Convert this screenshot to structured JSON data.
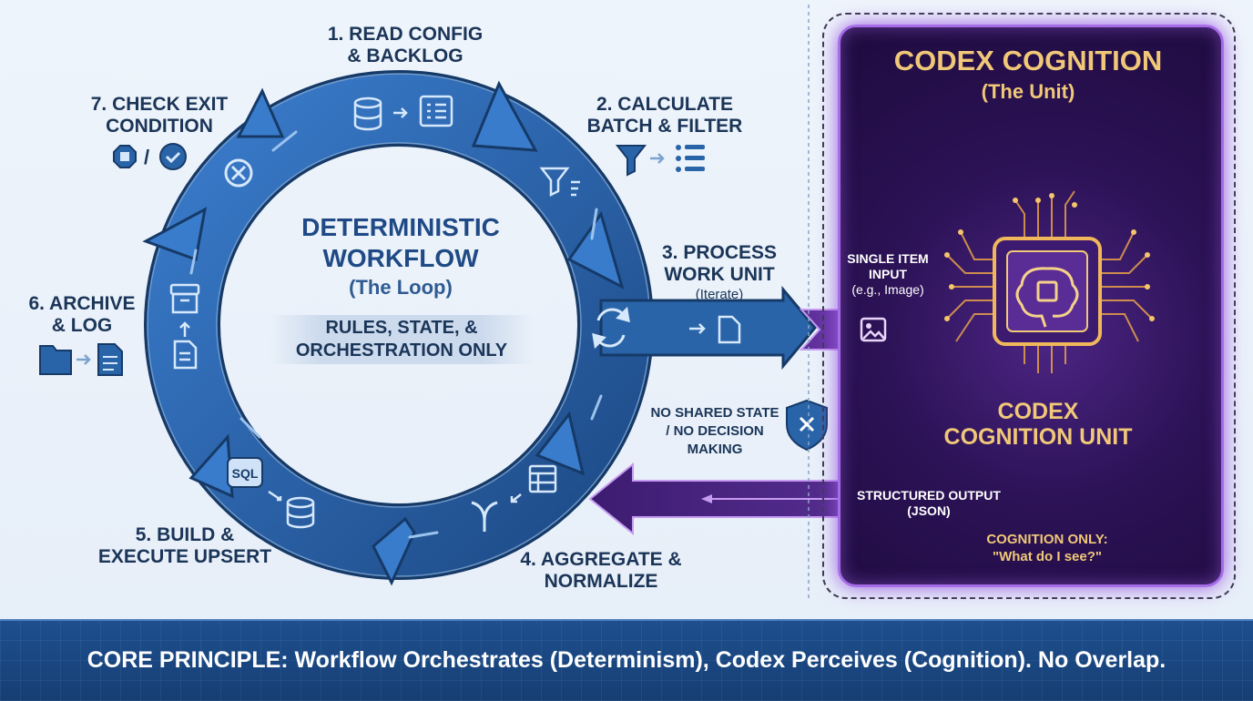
{
  "steps": {
    "s1": {
      "line1": "1. READ CONFIG",
      "line2": "& BACKLOG"
    },
    "s2": {
      "line1": "2. CALCULATE",
      "line2": "BATCH & FILTER"
    },
    "s3": {
      "line1": "3. PROCESS",
      "line2": "WORK UNIT",
      "note": "(Iterate)"
    },
    "s4": {
      "line1": "4. AGGREGATE &",
      "line2": "NORMALIZE"
    },
    "s5": {
      "line1": "5. BUILD &",
      "line2": "EXECUTE UPSERT"
    },
    "s6": {
      "line1": "6. ARCHIVE",
      "line2": "& LOG"
    },
    "s7": {
      "line1": "7. CHECK EXIT",
      "line2": "CONDITION"
    }
  },
  "loop": {
    "title_line1": "DETERMINISTIC",
    "title_line2": "WORKFLOW",
    "subtitle": "(The Loop)",
    "rules_line1": "RULES, STATE, &",
    "rules_line2": "ORCHESTRATION ONLY",
    "slash": "/",
    "sql_badge": "SQL"
  },
  "boundary": {
    "line1": "NO SHARED STATE",
    "line2": "/  NO DECISION",
    "line3": "MAKING"
  },
  "unit": {
    "title": "CODEX COGNITION",
    "subtitle": "(The Unit)",
    "input_line1": "SINGLE ITEM",
    "input_line2": "INPUT",
    "input_line3": "(e.g., Image)",
    "chip_line1": "CODEX",
    "chip_line2": "COGNITION UNIT",
    "output_line1": "STRUCTURED OUTPUT",
    "output_line2": "(JSON)",
    "only_line1": "COGNITION ONLY:",
    "only_line2": "\"What do I see?\""
  },
  "banner": {
    "text": "CORE PRINCIPLE: Workflow Orchestrates (Determinism), Codex Perceives (Cognition). No Overlap."
  },
  "colors": {
    "loop_blue": "#2a64a8",
    "loop_dark": "#1a3f6f",
    "purple_panel": "#2a1050",
    "purple_accent": "#8a4fd0",
    "gold": "#f0c878"
  },
  "icons": [
    "database-icon",
    "list-icon",
    "filter-icon",
    "sync-icon",
    "document-icon",
    "merge-icon",
    "table-icon",
    "sql-icon",
    "archive-box-icon",
    "file-icon",
    "folder-icon",
    "stop-icon",
    "check-icon",
    "shield-x-icon",
    "image-icon",
    "brain-chip-icon"
  ]
}
